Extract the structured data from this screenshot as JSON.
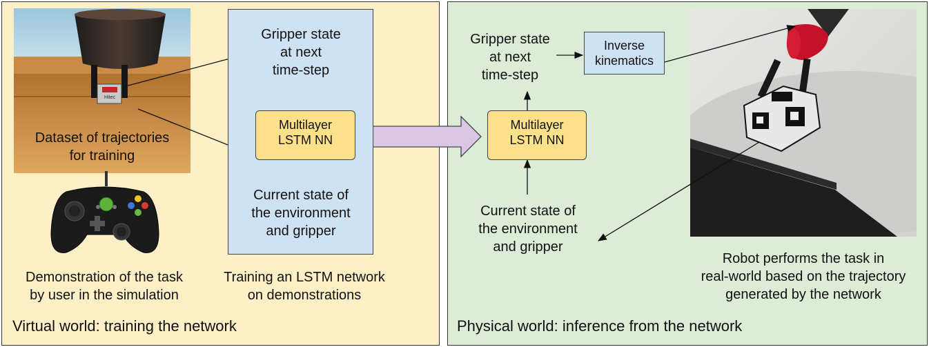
{
  "virtual": {
    "caption": "Virtual world: training the network",
    "dataset_label": "Dataset of trajectories\nfor training",
    "demo_label": "Demonstration of the task\nby user in the simulation",
    "training_label": "Training an LSTM network\non demonstrations",
    "output_label": "Gripper state\nat next\ntime-step",
    "lstm_label": "Multilayer\nLSTM NN",
    "input_label": "Current state of\nthe environment\nand gripper",
    "sim_cube_text": "Hitec"
  },
  "physical": {
    "caption": "Physical world: inference from the network",
    "output_label": "Gripper state\nat next\ntime-step",
    "ik_label": "Inverse\nkinematics",
    "lstm_label": "Multilayer\nLSTM NN",
    "input_label": "Current state of\nthe environment\nand gripper",
    "robot_label": "Robot performs the task in\nreal-world based on the trajectory\ngenerated by the network"
  }
}
